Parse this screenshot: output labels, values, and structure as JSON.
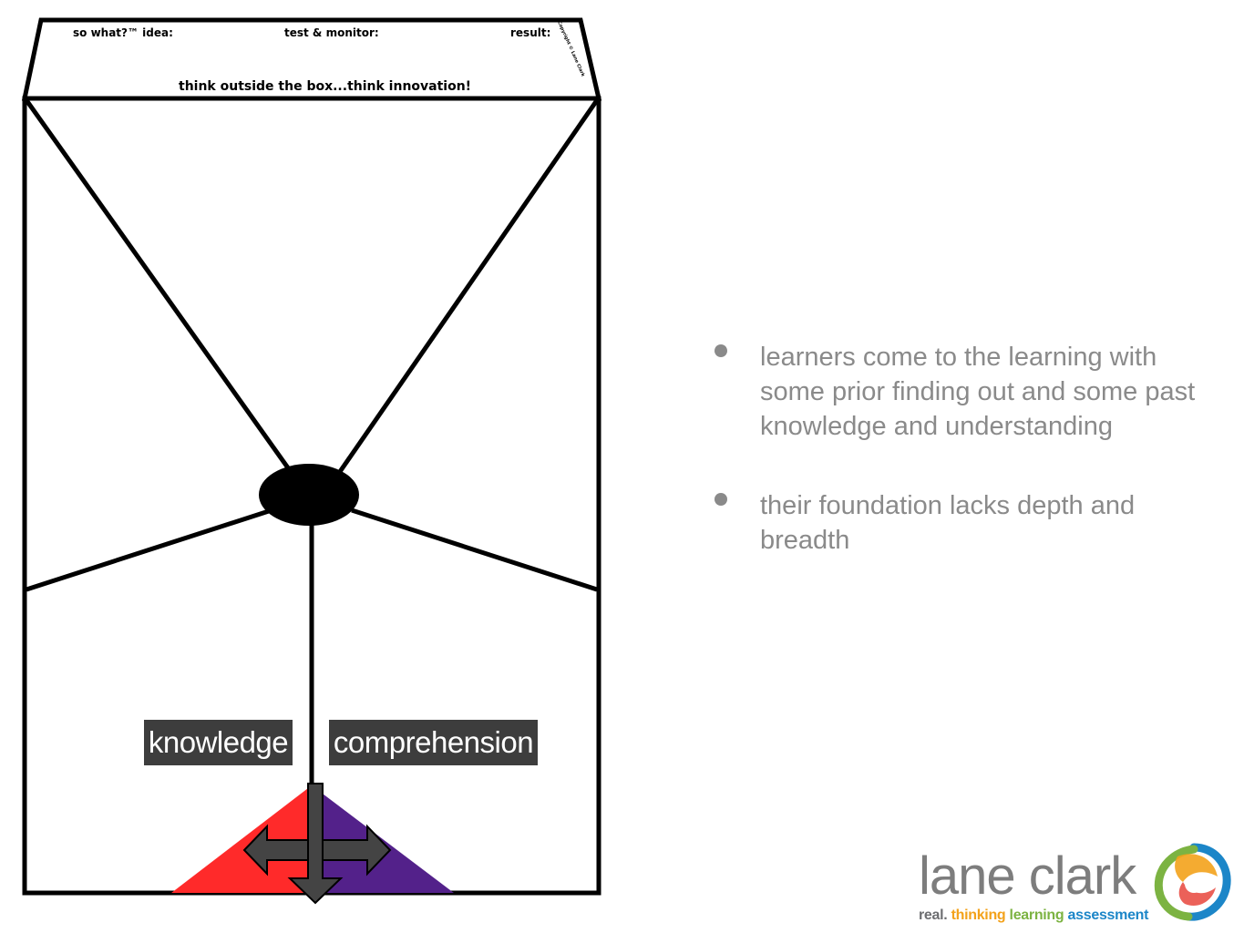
{
  "diagram": {
    "header": {
      "idea_label": "so what?™ idea:",
      "test_label": "test & monitor:",
      "result_label": "result:",
      "slogan": "think outside the box...think innovation!",
      "copyright": "Copyright © Lane Clark"
    },
    "tags": {
      "knowledge": "knowledge",
      "comprehension": "comprehension"
    },
    "colors": {
      "knowledge_triangle": "#ff2a2a",
      "comprehension_triangle": "#53218a",
      "arrow_fill": "#444444",
      "tag_background": "#3d3d3d"
    }
  },
  "bullets": [
    "learners come to the learning with some prior finding out and some past knowledge and understanding",
    "their foundation lacks depth and breadth"
  ],
  "logo": {
    "name": "lane clark",
    "tagline": {
      "part1": "real.",
      "part2": "thinking",
      "part3": "learning",
      "part4": "assessment"
    },
    "colors": {
      "part1": "#6d6e71",
      "part2": "#f3a21b",
      "part3": "#7cb342",
      "part4": "#1c86c8"
    }
  }
}
